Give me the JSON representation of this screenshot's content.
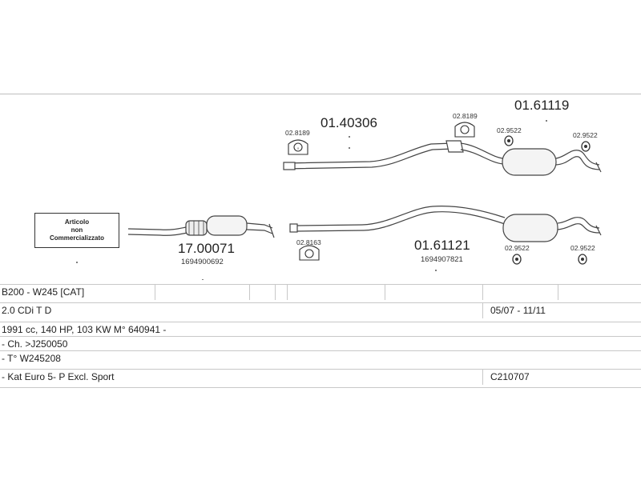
{
  "parts": {
    "p1": {
      "number": "01.40306"
    },
    "p2": {
      "number": "01.61119"
    },
    "p3": {
      "number": "17.00071",
      "oe": "1694900692"
    },
    "p4": {
      "number": "01.61121",
      "oe": "1694907821"
    }
  },
  "hangers": {
    "h1": "02.8189",
    "h2": "02.8189",
    "h3": "02.9522",
    "h4": "02.9522",
    "h5": "02.8163",
    "h6": "02.9522",
    "h7": "02.9522"
  },
  "note": {
    "line1": "Articolo",
    "line2": "non",
    "line3": "Commercializzato"
  },
  "info": {
    "model": "B200 - W245  [CAT]",
    "engine": "2.0 CDi T D",
    "period": "05/07 - 11/11",
    "spec": "1991 cc, 140 HP, 103 KW M° 640941 -",
    "chassis": "- Ch. >J250050",
    "type": "- T° W245208",
    "kat": "- Kat Euro 5- P Excl. Sport",
    "code": "C210707"
  }
}
